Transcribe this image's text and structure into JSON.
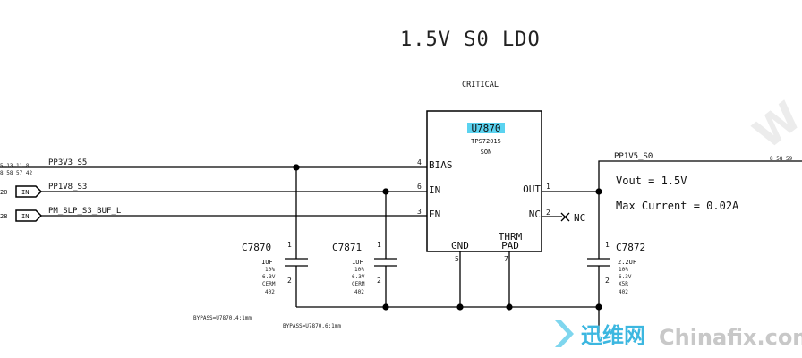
{
  "title": "1.5V S0 LDO",
  "critical_label": "CRITICAL",
  "ic": {
    "ref": "U7870",
    "part": "TPS72015",
    "package": "SON",
    "pins": {
      "bias": {
        "name": "BIAS",
        "num": "4"
      },
      "in": {
        "name": "IN",
        "num": "6"
      },
      "en": {
        "name": "EN",
        "num": "3"
      },
      "out": {
        "name": "OUT",
        "num": "1"
      },
      "nc": {
        "name": "NC",
        "num": "2"
      },
      "gnd": {
        "name": "GND",
        "num": "5"
      },
      "thrm": {
        "name": "THRM",
        "name2": "PAD",
        "num": "7"
      }
    },
    "highlight_color": "#5bd3f0"
  },
  "nets": {
    "pp3v3": {
      "name": "PP3V3_S5",
      "refs_line1": "5 13 11 8",
      "refs_line2": "8 58 57 42"
    },
    "pp1v8": {
      "name": "PP1V8_S3",
      "ref": "20",
      "flag": "IN"
    },
    "pmslp": {
      "name": "PM_SLP_S3_BUF_L",
      "ref": "28",
      "flag": "IN"
    },
    "pp1v5": {
      "name": "PP1V5_S0",
      "refs": "8 58 59"
    },
    "nc_label": "NC"
  },
  "caps": [
    {
      "ref": "C7870",
      "value": "1UF",
      "tol": "10%",
      "voltage": "6.3V",
      "dielectric": "CERM",
      "size": "402",
      "pin1": "1",
      "pin2": "2"
    },
    {
      "ref": "C7871",
      "value": "1UF",
      "tol": "10%",
      "voltage": "6.3V",
      "dielectric": "CERM",
      "size": "402",
      "pin1": "1",
      "pin2": "2"
    },
    {
      "ref": "C7872",
      "value": "2.2UF",
      "tol": "10%",
      "voltage": "6.3V",
      "dielectric": "X5R",
      "size": "402",
      "pin1": "1",
      "pin2": "2"
    }
  ],
  "notes": {
    "vout": "Vout = 1.5V",
    "max_current": "Max Current = 0.02A",
    "bypass1": "BYPASS=U7870.4:1mm",
    "bypass2": "BYPASS=U7870.6:1mm"
  },
  "watermark": {
    "cn_text": "迅维网",
    "en_text": "Chinafix.com",
    "side_text": "W",
    "color": "#cfcfcf"
  }
}
